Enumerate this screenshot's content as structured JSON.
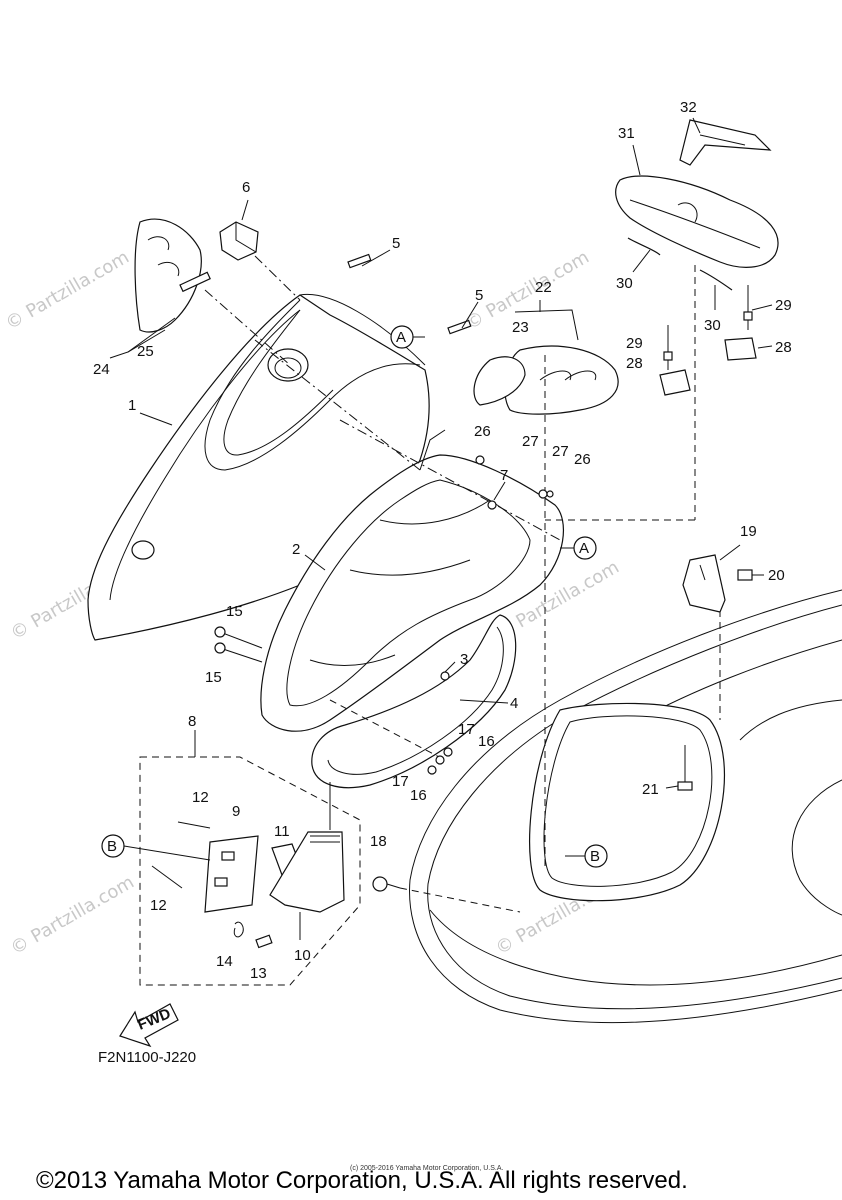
{
  "watermark": "© Partzilla.com",
  "drawing_code": "F2N1100-J220",
  "fwd_label": "FWD",
  "copyright": "©2013 Yamaha Motor Corporation, U.S.A. All rights reserved.",
  "fine_print": "(c) 2005-2016 Yamaha Motor Corporation, U.S.A.",
  "callouts": {
    "A": "A",
    "B": "B"
  },
  "part_labels": {
    "p1": "1",
    "p2": "2",
    "p3": "3",
    "p4": "4",
    "p5a": "5",
    "p5b": "5",
    "p6": "6",
    "p7": "7",
    "p8": "8",
    "p9": "9",
    "p10": "10",
    "p11": "11",
    "p12a": "12",
    "p12b": "12",
    "p13": "13",
    "p14": "14",
    "p15a": "15",
    "p15b": "15",
    "p16a": "16",
    "p16b": "16",
    "p17a": "17",
    "p17b": "17",
    "p18": "18",
    "p19": "19",
    "p20": "20",
    "p21": "21",
    "p22": "22",
    "p23": "23",
    "p24": "24",
    "p25": "25",
    "p26a": "26",
    "p26b": "26",
    "p27a": "27",
    "p27b": "27",
    "p28a": "28",
    "p28b": "28",
    "p29a": "29",
    "p29b": "29",
    "p30a": "30",
    "p30b": "30",
    "p31": "31",
    "p32": "32"
  }
}
